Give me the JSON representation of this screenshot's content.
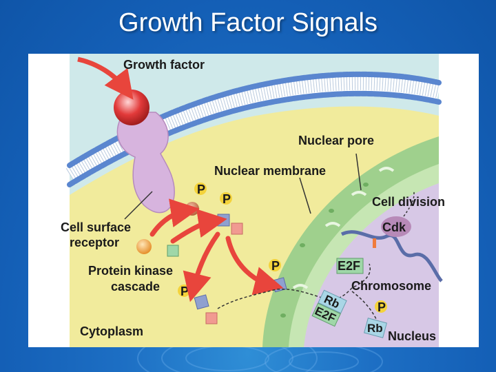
{
  "slide": {
    "title": "Growth Factor Signals"
  },
  "diagram": {
    "labels": {
      "growth_factor": "Growth factor",
      "nuclear_pore": "Nuclear pore",
      "nuclear_membrane": "Nuclear membrane",
      "cell_division": "Cell division",
      "cdk": "Cdk",
      "cell_surface_receptor_line1": "Cell surface",
      "cell_surface_receptor_line2": "receptor",
      "protein_kinase_line1": "Protein kinase",
      "protein_kinase_line2": "cascade",
      "e2f_top": "E2F",
      "chromosome": "Chromosome",
      "rb_complex_rb": "Rb",
      "rb_complex_e2f": "E2F",
      "rb_free": "Rb",
      "nucleus": "Nucleus",
      "cytoplasm": "Cytoplasm",
      "phosphate": "P"
    },
    "colors": {
      "extracellular": "#cfe9ea",
      "cytoplasm": "#f1eb9c",
      "nucleus": "#d7c8e6",
      "membrane_heads": "#5a86cf",
      "nuclear_envelope": "#9fd08d",
      "receptor": "#d7b4de",
      "growth_factor": "#e23a3a",
      "arrow": "#e8453c",
      "phosphate": "#f4d33b"
    }
  }
}
